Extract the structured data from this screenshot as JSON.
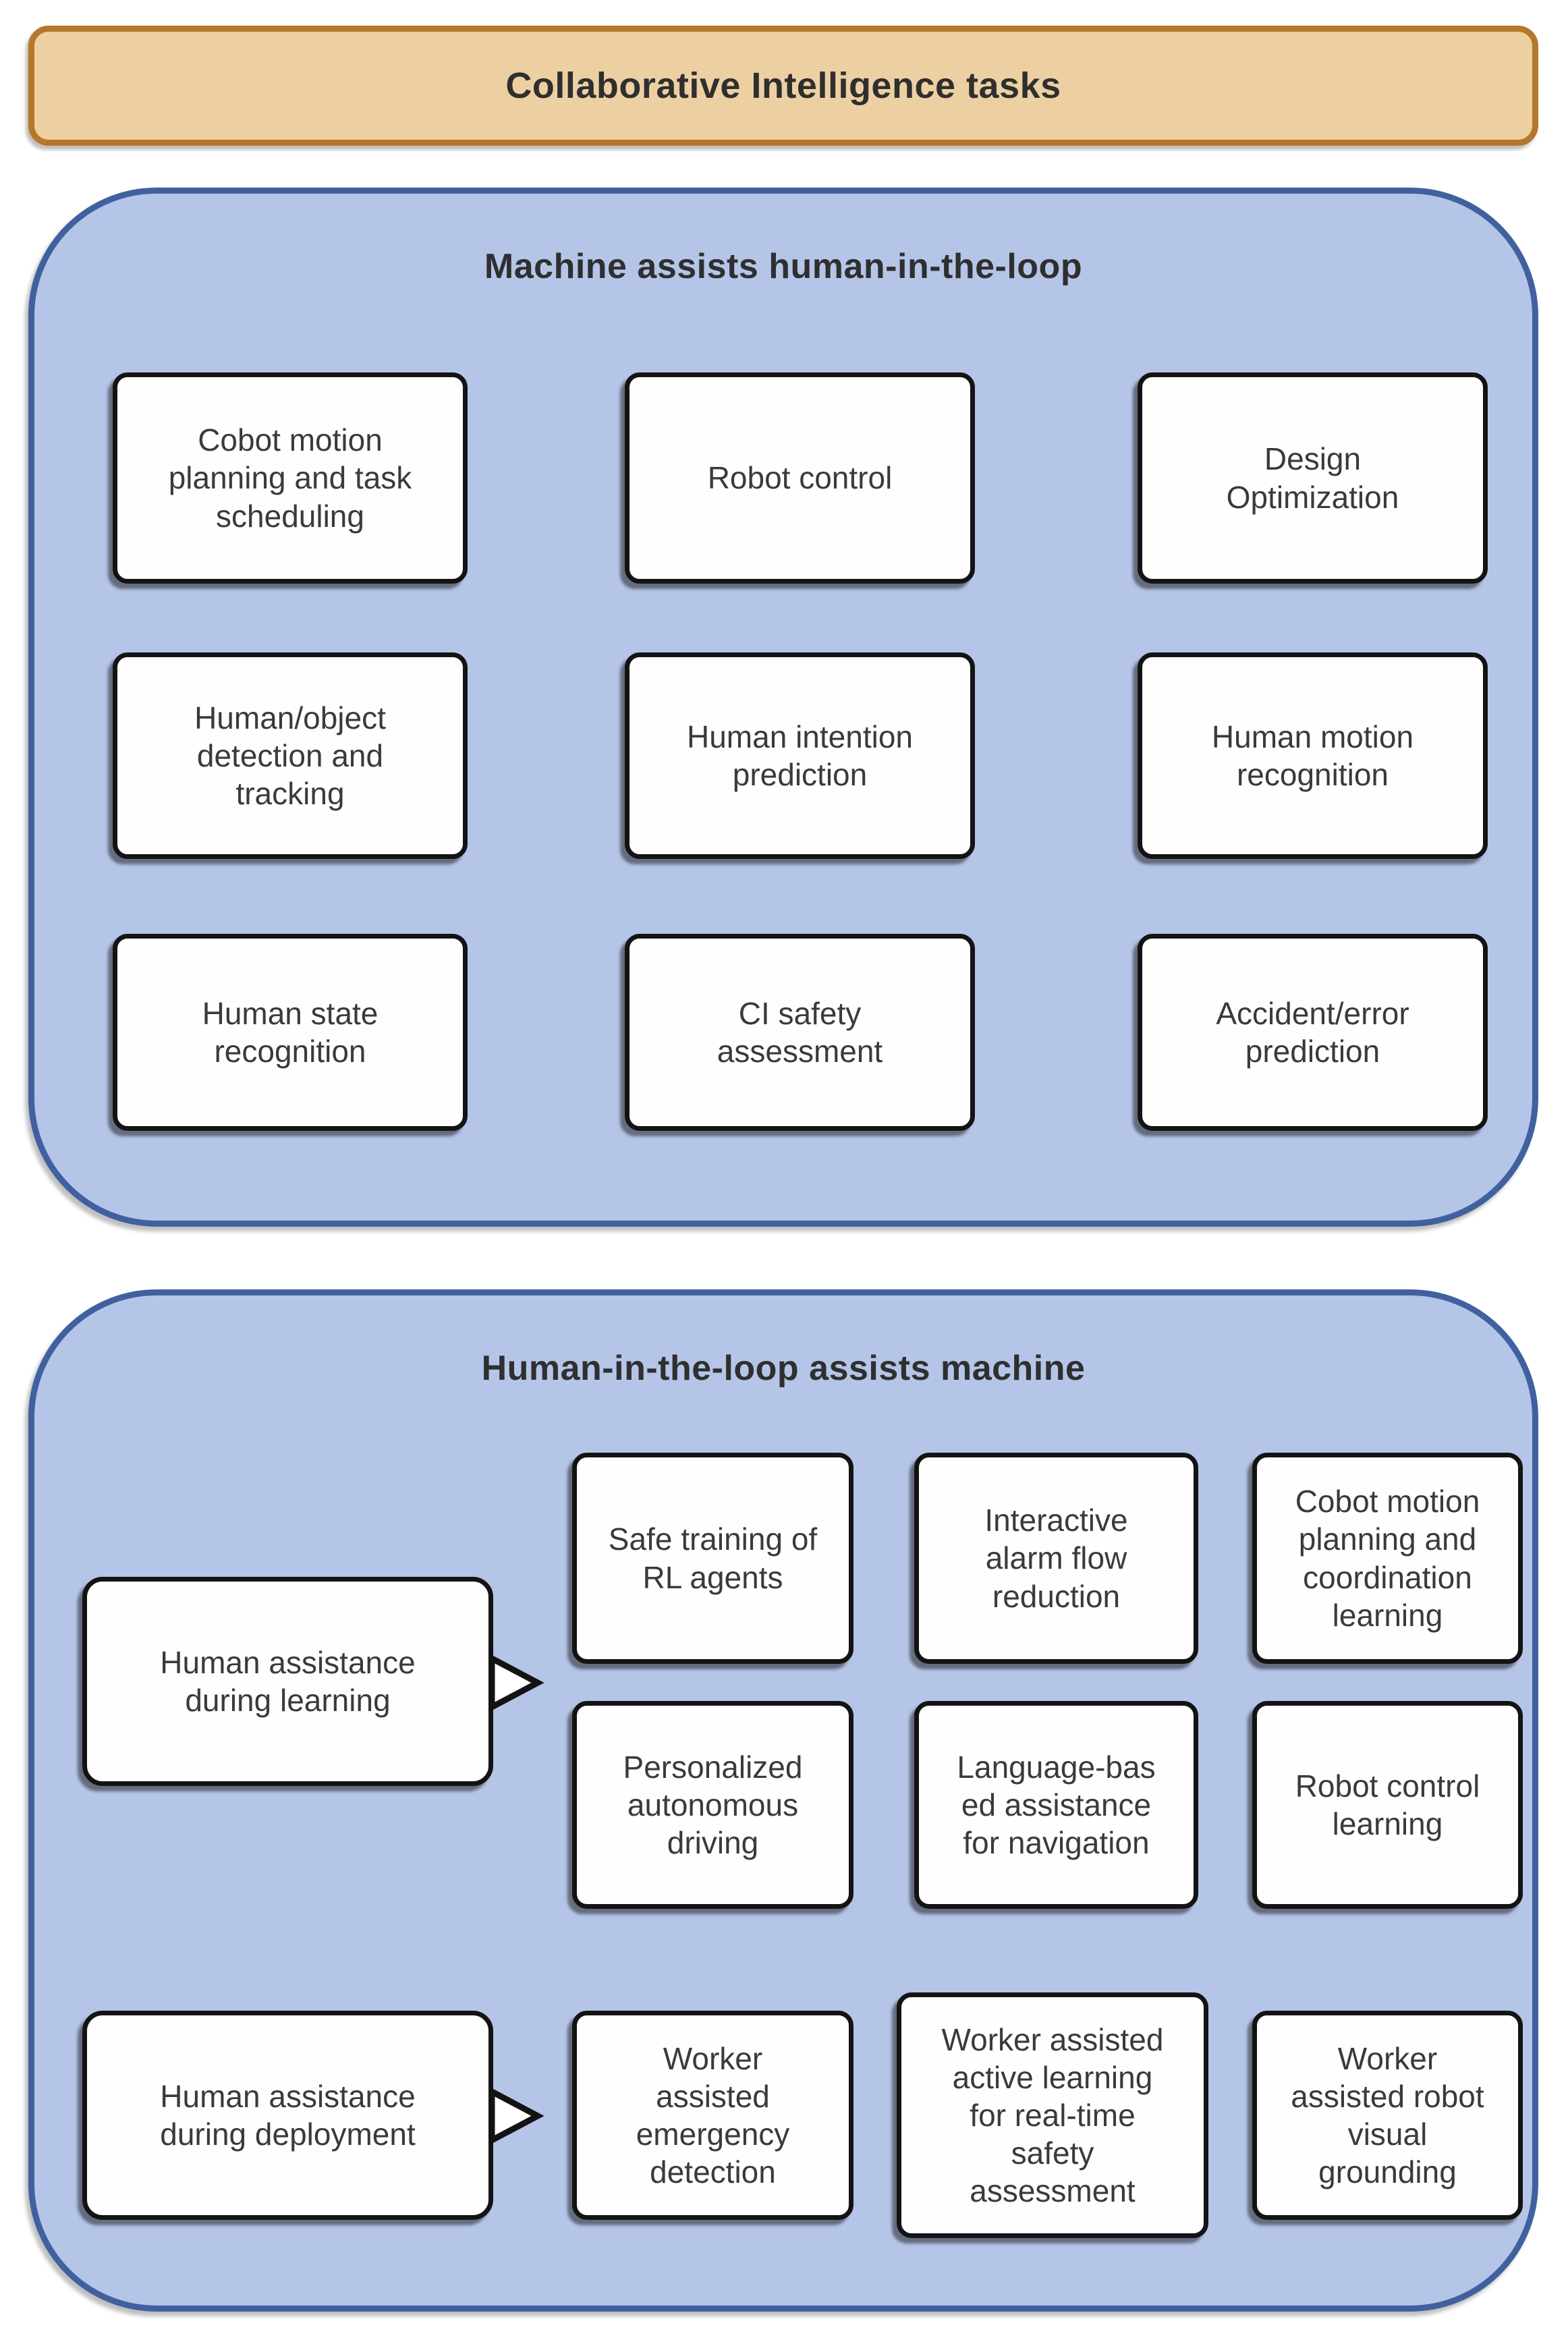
{
  "banner": {
    "label": "Collaborative Intelligence tasks"
  },
  "colors": {
    "banner_fill": "#edd0a2",
    "banner_border": "#b5772b",
    "panel_fill": "#b5c5e8",
    "panel_border": "#40609f",
    "box_fill": "#fefefe",
    "box_border": "#131313",
    "text_dark": "#2f2f2f",
    "box_text": "#3a3a3a"
  },
  "section1": {
    "title": "Machine assists human-in-the-loop",
    "boxes": [
      "Cobot motion\nplanning and task\nscheduling",
      "Robot control",
      "Design\nOptimization",
      "Human/object\ndetection and\ntracking",
      "Human intention\nprediction",
      "Human motion\nrecognition",
      "Human state\nrecognition",
      "CI safety\nassessment",
      "Accident/error\nprediction"
    ]
  },
  "section2": {
    "title": "Human-in-the-loop assists machine",
    "source_learning": "Human assistance\nduring learning",
    "source_deployment": "Human assistance\nduring deployment",
    "learning_row1": [
      "Safe training of\nRL agents",
      "Interactive\nalarm flow\nreduction",
      "Cobot motion\nplanning and\ncoordination\nlearning"
    ],
    "learning_row2": [
      "Personalized\nautonomous\ndriving",
      "Language-bas\ned assistance\nfor navigation",
      "Robot control\nlearning"
    ],
    "deployment_row": [
      "Worker\nassisted\nemergency\ndetection",
      "Worker assisted\nactive learning\nfor real-time\nsafety\nassessment",
      "Worker\nassisted robot\nvisual\ngrounding"
    ]
  }
}
